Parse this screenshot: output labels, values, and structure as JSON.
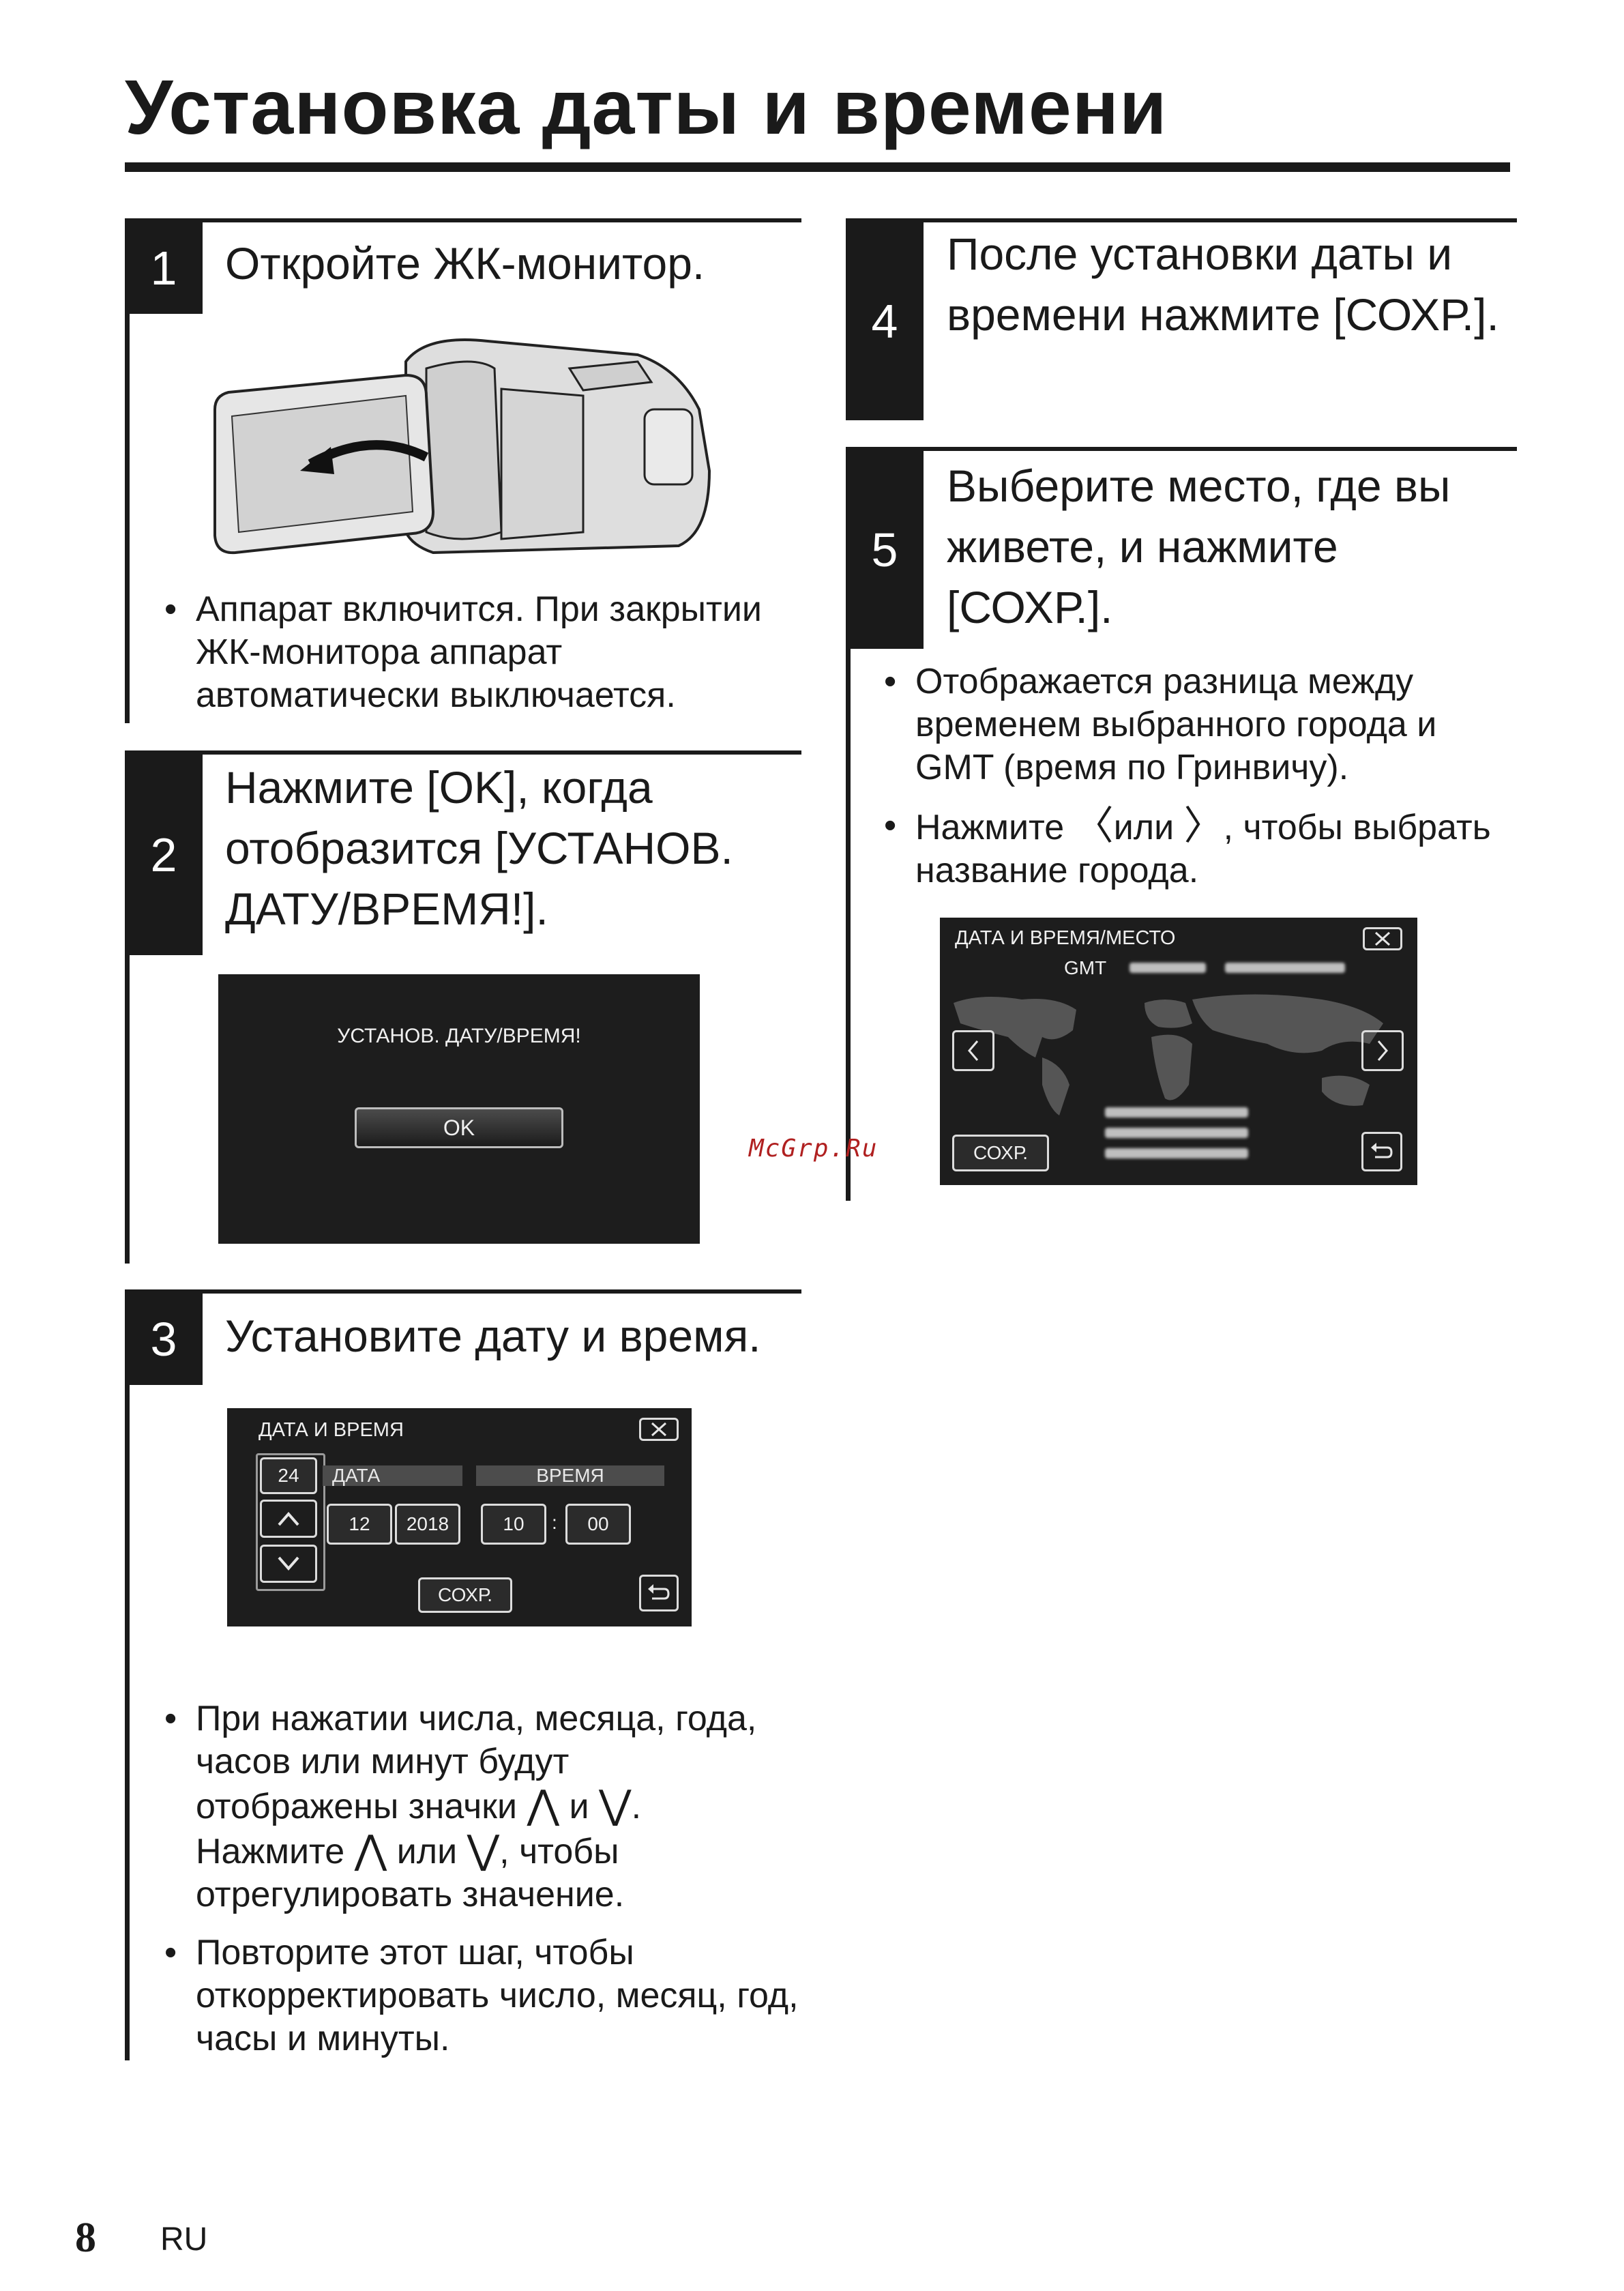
{
  "page": {
    "title": "Установка даты и времени",
    "number": "8",
    "lang": "RU"
  },
  "watermark": "McGrp.Ru",
  "step1": {
    "num": "1",
    "title": "Откройте ЖК-монитор.",
    "bullets": [
      "Аппарат включится. При закрытии ЖК-монитора аппарат автоматически выключается."
    ]
  },
  "step2": {
    "num": "2",
    "title": "Нажмите [OK], когда отобразится [УСТАНОВ. ДАТУ/ВРЕМЯ!].",
    "screen": {
      "message": "УСТАНОВ. ДАТУ/ВРЕМЯ!",
      "ok_label": "OK"
    }
  },
  "step3": {
    "num": "3",
    "title": "Установите дату и время.",
    "screen": {
      "title": "ДАТА И ВРЕМЯ",
      "day": "24",
      "date_header": "ДАТА",
      "time_header": "ВРЕМЯ",
      "month": "12",
      "year": "2018",
      "hour": "10",
      "colon": ":",
      "minute": "00",
      "save_label": "СОХР."
    },
    "bullet1": {
      "line1": "При нажатии числа, месяца, года,",
      "line2": "часов или минут будут",
      "line3a": "отображены значки",
      "line3b": "и",
      "line3c": ".",
      "line4a": "Нажмите",
      "line4b": "или",
      "line4c": ", чтобы",
      "line5": "отрегулировать значение."
    },
    "bullet2": "Повторите этот шаг, чтобы откорректировать число, месяц, год, часы и минуты."
  },
  "step4": {
    "num": "4",
    "title": "После установки даты и времени нажмите [СОХР.]."
  },
  "step5": {
    "num": "5",
    "title": "Выберите место, где вы живете, и нажмите [СОХР.].",
    "bullet1": "Отображается разница между временем выбранного города и GMT (время по Гринвичу).",
    "bullet2": {
      "a": "Нажмите",
      "b": "или",
      "c": ", чтобы выбрать название города."
    },
    "screen": {
      "title": "ДАТА И ВРЕМЯ/МЕСТО",
      "gmt": "GMT",
      "save_label": "СОХР."
    }
  },
  "icons": {
    "close": "close-x-icon",
    "back": "return-arrow-icon",
    "up": "chevron-up-icon",
    "down": "chevron-down-icon",
    "left": "chevron-left-icon",
    "right": "chevron-right-icon"
  }
}
